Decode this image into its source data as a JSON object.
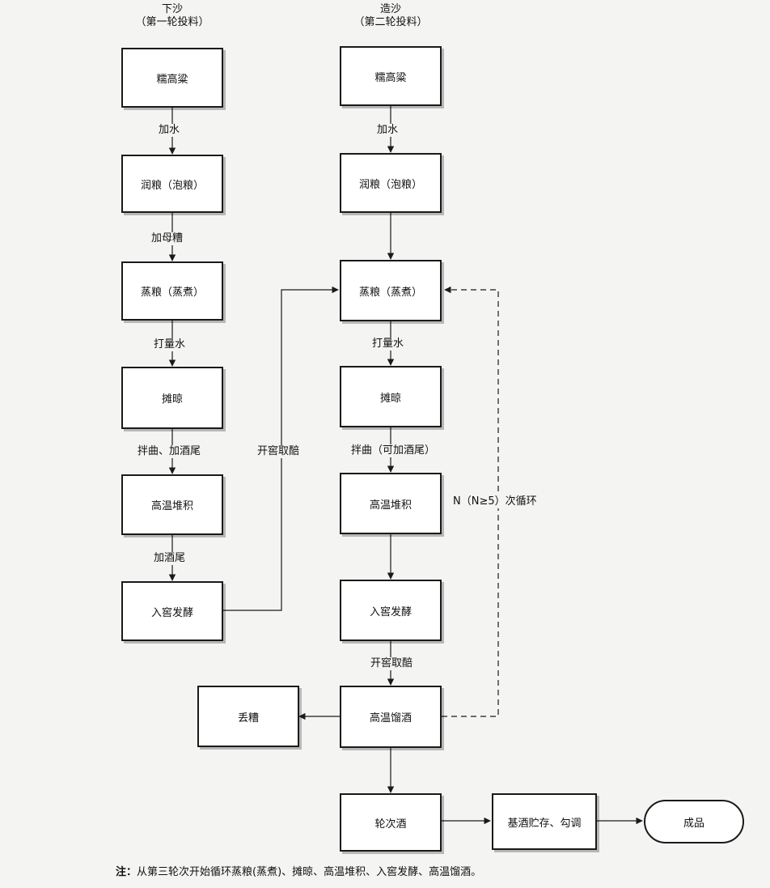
{
  "headers": {
    "left_title": "下沙",
    "left_sub": "（第一轮投料）",
    "right_title": "造沙",
    "right_sub": "（第二轮投料）"
  },
  "left": {
    "b1": "糯高粱",
    "b2": "润粮（泡粮）",
    "b3": "蒸粮（蒸煮）",
    "b4": "摊晾",
    "b5": "高温堆积",
    "b6": "入窖发酵",
    "e1": "加水",
    "e2": "加母糟",
    "e3": "打量水",
    "e4": "拌曲、加酒尾",
    "e5": "加酒尾",
    "link": "开窖取醅"
  },
  "right": {
    "b1": "糯高粱",
    "b2": "润粮（泡粮）",
    "b3": "蒸粮（蒸煮）",
    "b4": "摊晾",
    "b5": "高温堆积",
    "b6": "入窖发酵",
    "b7": "高温馏酒",
    "b8": "轮次酒",
    "e1": "加水",
    "e3": "打量水",
    "e4": "拌曲（可加酒尾）",
    "e6": "开窖取醅",
    "loop": "N（N≥5）次循环"
  },
  "side": {
    "discard": "丢糟",
    "storage": "基酒贮存、勾调",
    "product": "成品"
  },
  "note": {
    "prefix": "注：",
    "text": "从第三轮次开始循环蒸粮(蒸煮)、摊晾、高温堆积、入窖发酵、高温馏酒。"
  }
}
